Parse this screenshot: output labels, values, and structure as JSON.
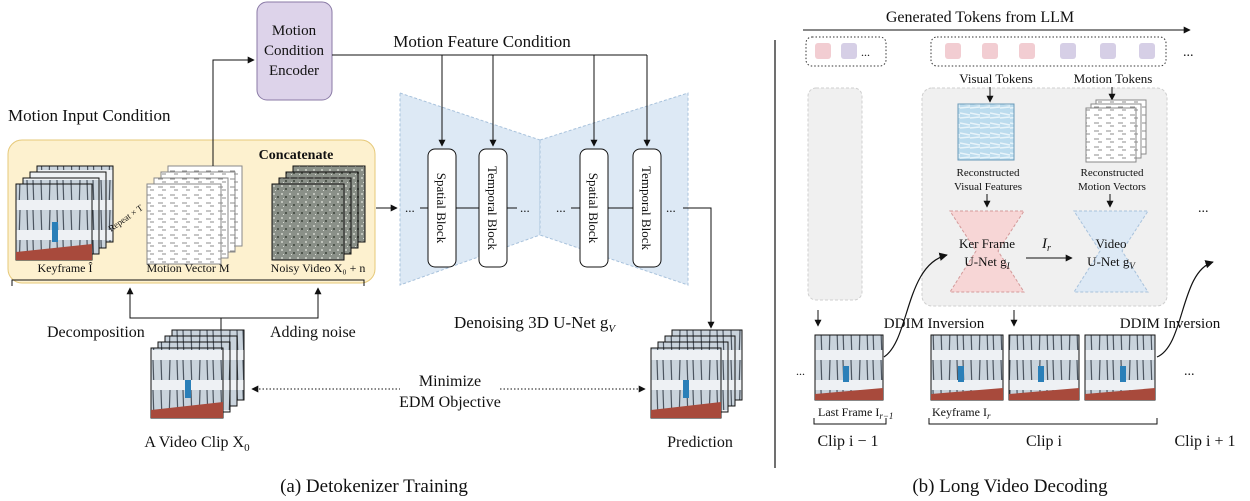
{
  "panel_a": {
    "caption": "(a) Detokenizer Training",
    "motion_input_condition": "Motion Input Condition",
    "motion_feature_condition": "Motion Feature Condition",
    "encoder_line1": "Motion",
    "encoder_line2": "Condition",
    "encoder_line3": "Encoder",
    "concatenate": "Concatenate",
    "repeat_label": "Repeat × T",
    "keyframe_label": "Keyframe Î",
    "motion_vector_label": "Motion Vector M",
    "noisy_video_label": "Noisy Video X₀ + n",
    "decomposition": "Decomposition",
    "adding_noise": "Adding noise",
    "blocks": [
      "Spatial Block",
      "Temporal Block",
      "Spatial Block",
      "Temporal Block"
    ],
    "ellipsis": "...",
    "unet_label": "Denoising 3D U-Net g",
    "unet_sub": "V",
    "minimize_line1": "Minimize",
    "minimize_line2": "EDM Objective",
    "video_clip_label": "A Video Clip X",
    "video_clip_sub": "0",
    "prediction": "Prediction"
  },
  "panel_b": {
    "caption": "(b) Long Video Decoding",
    "generated_tokens": "Generated Tokens from LLM",
    "ellipsis": "...",
    "visual_tokens": "Visual Tokens",
    "motion_tokens": "Motion Tokens",
    "recon_visual_line1": "Reconstructed",
    "recon_visual_line2": "Visual Features",
    "recon_motion_line1": "Reconstructed",
    "recon_motion_line2": "Motion Vectors",
    "ker_line1": "Ker Frame",
    "ker_line2": "U-Net g",
    "ker_sub": "I",
    "video_line1": "Video",
    "video_line2": "U-Net g",
    "video_sub": "V",
    "ir_label": "I",
    "ir_sub": "r",
    "ddim_left": "DDIM Inversion",
    "ddim_right": "DDIM Inversion",
    "last_frame": "Last Frame I",
    "last_frame_sub": "r−1",
    "keyframe": "Keyframe I",
    "keyframe_sub": "r",
    "clip_prev": "Clip i − 1",
    "clip_cur": "Clip i",
    "clip_next": "Clip i + 1"
  },
  "colors": {
    "token_pink": "#f2cdd2",
    "token_purple": "#d6cfe6",
    "encoder_fill": "#ddd3ea",
    "concat_fill": "#fdf1cf",
    "unet_fill": "#dde9f5",
    "ker_fill": "#f7d6d6",
    "decode_panel": "#f0f0f0"
  }
}
